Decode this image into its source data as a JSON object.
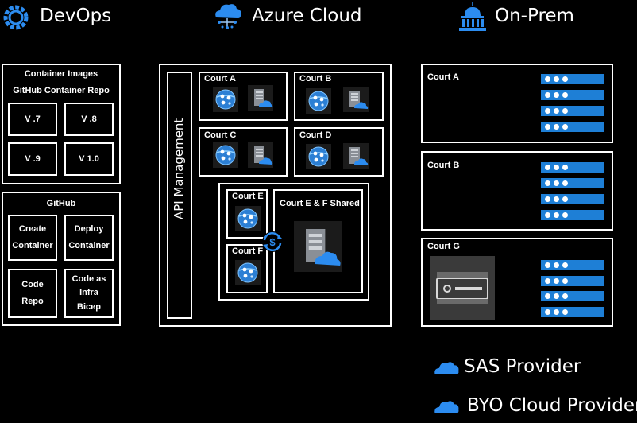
{
  "headers": {
    "devops": "DevOps",
    "azure": "Azure Cloud",
    "onprem": "On-Prem"
  },
  "devops": {
    "container_images_title": "Container Images",
    "container_repo_title": "GitHub Container Repo",
    "versions": [
      "V .7",
      "V .8",
      "V .9",
      "V 1.0"
    ],
    "github_title": "GitHub",
    "github_items": [
      [
        "Create",
        "Container"
      ],
      [
        "Deploy",
        "Container"
      ],
      [
        "Code",
        "Repo"
      ],
      [
        "Code as",
        "Infra",
        "Bicep"
      ]
    ]
  },
  "azure": {
    "api_management": "API Management",
    "courts": [
      "Court A",
      "Court B",
      "Court C",
      "Court D"
    ],
    "court_e": "Court E",
    "court_f": "Court F",
    "shared": "Court E & F Shared"
  },
  "onprem": {
    "courts": [
      "Court A",
      "Court B",
      "Court G"
    ]
  },
  "legend": {
    "sas": "SAS Provider",
    "byo": "BYO Cloud Provider"
  },
  "colors": {
    "accent_blue": "#1e7fd6",
    "icon_blue": "#3a8ee6",
    "border": "#ffffff",
    "background": "#000000"
  },
  "icons": {
    "devops": "devops-gear-icon",
    "azure": "cloud-network-icon",
    "onprem": "government-building-icon",
    "app": "app-service-icon",
    "server_cloud": "server-cloud-icon",
    "rack": "server-rack-icon",
    "disk": "disk-storage-icon",
    "cost": "dollar-sync-icon",
    "cloud": "cloud-icon"
  }
}
